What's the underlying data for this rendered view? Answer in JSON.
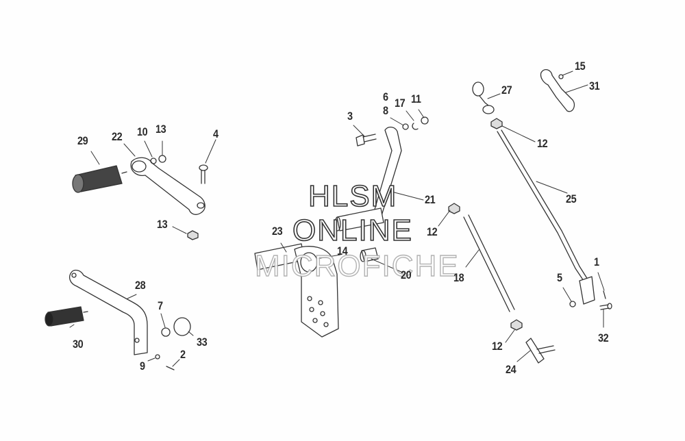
{
  "diagram": {
    "type": "exploded parts diagram",
    "subject": "Foot shift / gear shift linkage"
  },
  "watermark": {
    "line1": "HLSM",
    "line2": "ONLINE",
    "line3": "MICROFICHE"
  },
  "callouts": [
    {
      "id": "c29",
      "number": "29",
      "part": "shift-lever-rubber"
    },
    {
      "id": "c22",
      "number": "22",
      "part": "shift-lever"
    },
    {
      "id": "c10",
      "number": "10",
      "part": "washer"
    },
    {
      "id": "c13a",
      "number": "13",
      "part": "nut"
    },
    {
      "id": "c4",
      "number": "4",
      "part": "bolt"
    },
    {
      "id": "c13b",
      "number": "13",
      "part": "nut"
    },
    {
      "id": "c28",
      "number": "28",
      "part": "brake-pedal-lever"
    },
    {
      "id": "c30",
      "number": "30",
      "part": "pedal-rubber"
    },
    {
      "id": "c7",
      "number": "7",
      "part": "washer"
    },
    {
      "id": "c33",
      "number": "33",
      "part": "spacer"
    },
    {
      "id": "c9",
      "number": "9",
      "part": "nut"
    },
    {
      "id": "c2",
      "number": "2",
      "part": "screw"
    },
    {
      "id": "c3",
      "number": "3",
      "part": "bolt"
    },
    {
      "id": "c6",
      "number": "6",
      "part": "washer"
    },
    {
      "id": "c8",
      "number": "8",
      "part": "washer"
    },
    {
      "id": "c17",
      "number": "17",
      "part": "clip"
    },
    {
      "id": "c11",
      "number": "11",
      "part": "nut"
    },
    {
      "id": "c21",
      "number": "21",
      "part": "shift-arm"
    },
    {
      "id": "c23",
      "number": "23",
      "part": "mounting-bracket"
    },
    {
      "id": "c14",
      "number": "14",
      "part": "shaft"
    },
    {
      "id": "c20",
      "number": "20",
      "part": "bushing"
    },
    {
      "id": "c12a",
      "number": "12",
      "part": "nut"
    },
    {
      "id": "c18",
      "number": "18",
      "part": "threaded-rod"
    },
    {
      "id": "c12b",
      "number": "12",
      "part": "nut"
    },
    {
      "id": "c24",
      "number": "24",
      "part": "rod-end"
    },
    {
      "id": "c27",
      "number": "27",
      "part": "rod-end-joint"
    },
    {
      "id": "c12c",
      "number": "12",
      "part": "nut"
    },
    {
      "id": "c25",
      "number": "25",
      "part": "shift-rod"
    },
    {
      "id": "c15",
      "number": "15",
      "part": "washer"
    },
    {
      "id": "c31",
      "number": "31",
      "part": "link"
    },
    {
      "id": "c1",
      "number": "1",
      "part": "cotter-pin"
    },
    {
      "id": "c5",
      "number": "5",
      "part": "washer"
    },
    {
      "id": "c32",
      "number": "32",
      "part": "clevis-pin"
    }
  ]
}
